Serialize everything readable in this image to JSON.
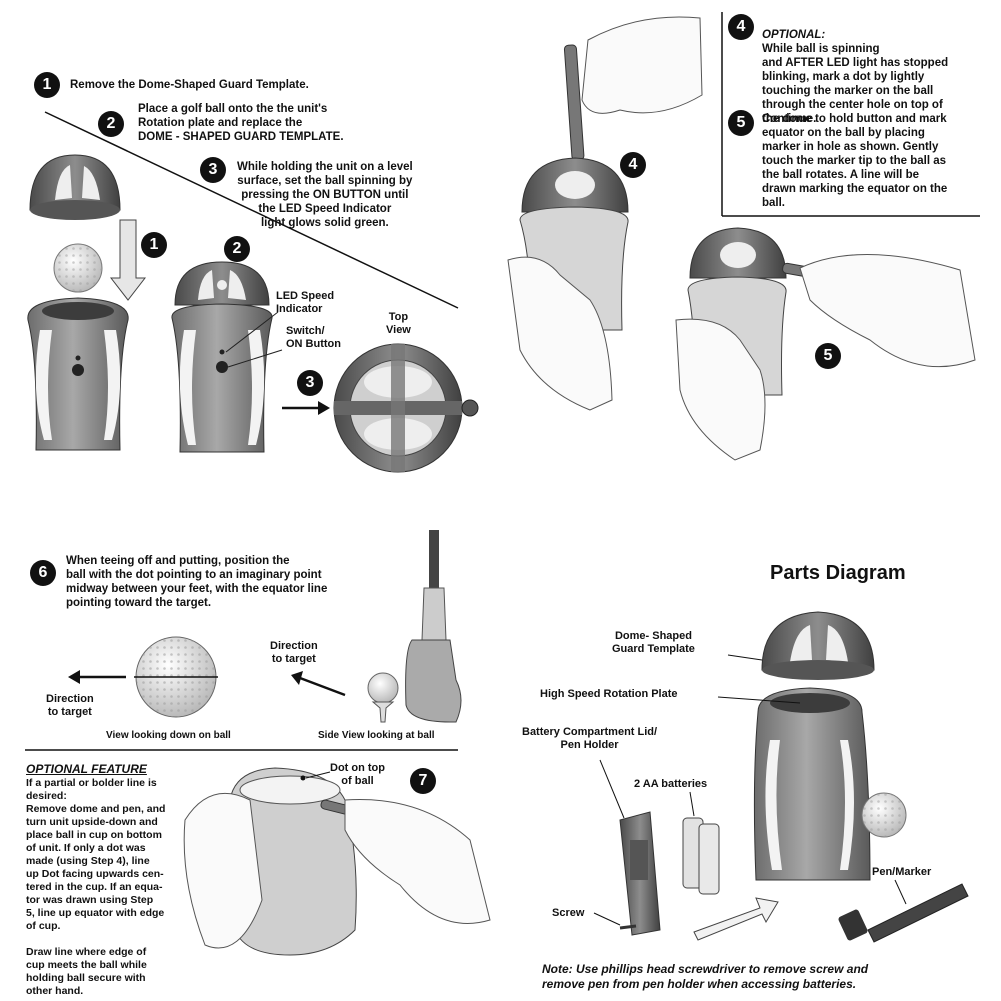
{
  "steps": {
    "s1": {
      "num": "1",
      "text": "Remove the Dome-Shaped Guard Template."
    },
    "s2": {
      "num": "2",
      "text": "Place a golf ball onto the the unit's\nRotation plate and replace the\nDOME - SHAPED GUARD TEMPLATE."
    },
    "s3": {
      "num": "3",
      "text": "While holding the unit on a level\nsurface, set the ball spinning by\npressing the ON BUTTON until\nthe LED Speed Indicator\nlight glows solid green."
    },
    "s4": {
      "num": "4",
      "lead": "OPTIONAL:",
      "text": "While ball is spinning\nand AFTER LED light has stopped\nblinking, mark a dot by lightly\ntouching the marker on the ball\nthrough the center hole on top of\nthe dome."
    },
    "s5": {
      "num": "5",
      "text": "Continue to hold button and mark\nequator on the ball by placing\nmarker in hole as shown. Gently\ntouch the marker tip to the ball as\nthe ball rotates. A line will be\ndrawn marking the equator on the\nball."
    },
    "s6": {
      "num": "6",
      "text": "When teeing off and putting, position the\nball with the dot pointing to an imaginary point\nmidway between your feet, with the equator line\npointing toward the target."
    },
    "s7": {
      "num": "7"
    }
  },
  "figure_numbers": {
    "f1": "1",
    "f2": "2",
    "f3": "3",
    "f4": "4",
    "f5": "5"
  },
  "labels": {
    "led_speed": "LED Speed\nIndicator",
    "switch_on": "Switch/\nON Button",
    "top_view": "Top\nView",
    "direction_left": "Direction\nto target",
    "direction_mid": "Direction\nto target",
    "view_down": "View looking down on ball",
    "side_view": "Side View looking at ball",
    "dot_on_top": "Dot on top\nof ball"
  },
  "optional_feature": {
    "title": "OPTIONAL FEATURE",
    "text": "If a partial or bolder line is\ndesired:\nRemove dome and pen, and\nturn unit upside-down and\nplace ball in cup on bottom\nof unit.  If only a dot was\nmade (using Step 4), line\nup Dot facing upwards cen-\ntered in the cup. If an equa-\ntor was drawn using Step\n5, line up equator with edge\nof cup.\n\nDraw line where edge of\ncup meets the ball while\nholding ball secure with\nother hand."
  },
  "parts": {
    "title": "Parts Diagram",
    "dome": "Dome- Shaped\nGuard Template",
    "plate": "High Speed Rotation Plate",
    "battery_lid": "Battery Compartment Lid/\nPen Holder",
    "batteries": "2 AA batteries",
    "pen": "Pen/Marker",
    "screw": "Screw",
    "note": "Note: Use phillips head screwdriver to remove screw and\nremove pen from pen holder when accessing batteries."
  }
}
